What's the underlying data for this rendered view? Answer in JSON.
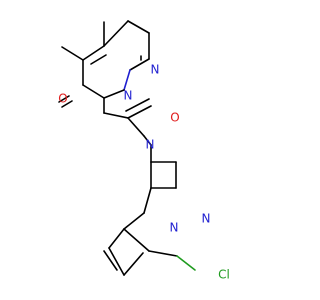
{
  "molecule": {
    "atoms": {
      "n_pyrimidine_top": {
        "symbol": "N",
        "color": "#1f1fd0"
      },
      "n_pyrimidine_amide": {
        "symbol": "N",
        "color": "#1f1fd0"
      },
      "o_ring_carbonyl": {
        "symbol": "O",
        "color": "#e01a1a"
      },
      "o_acyl_carbonyl": {
        "symbol": "O",
        "color": "#e01a1a"
      },
      "n_azetidine": {
        "symbol": "N",
        "color": "#1f1fd0"
      },
      "n_pyrazole_1": {
        "symbol": "N",
        "color": "#1f1fd0"
      },
      "n_pyrazole_2": {
        "symbol": "N",
        "color": "#1f1fd0"
      },
      "cl": {
        "symbol": "Cl",
        "color": "#1f9b1f"
      }
    }
  }
}
